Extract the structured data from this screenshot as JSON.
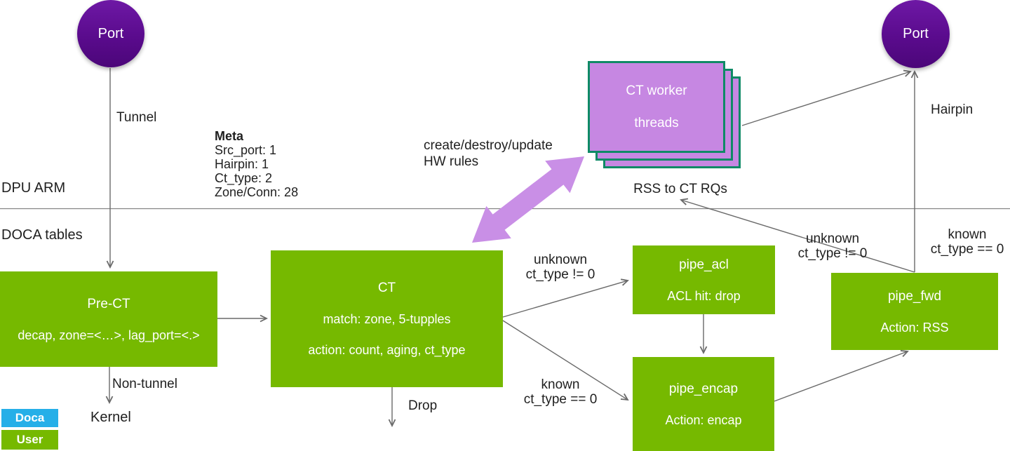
{
  "colors": {
    "node_green": "#76b900",
    "legend_cyan": "#25afe8",
    "worker_fill": "#c687e2",
    "worker_border": "#0f8a66",
    "port_purple": "#5a0b8d",
    "thick_arrow": "#c98fe6",
    "wire_gray": "#6a6a6a"
  },
  "ports": {
    "left": "Port",
    "right": "Port"
  },
  "zones": {
    "dpu_arm": "DPU ARM",
    "doca_tables": "DOCA tables"
  },
  "meta": {
    "title": "Meta",
    "rows": [
      "Src_port: 1",
      "Hairpin: 1",
      "Ct_type: 2",
      "Zone/Conn: 28"
    ]
  },
  "nodes": {
    "pre_ct": {
      "title": "Pre-CT",
      "subtitle": "decap, zone=<…>, lag_port=<.>"
    },
    "ct": {
      "title": "CT",
      "match": "match: zone, 5-tupples",
      "action": "action: count, aging, ct_type"
    },
    "pipe_acl": {
      "title": "pipe_acl",
      "subtitle": "ACL hit: drop"
    },
    "pipe_encap": {
      "title": "pipe_encap",
      "subtitle": "Action: encap"
    },
    "pipe_fwd": {
      "title": "pipe_fwd",
      "subtitle": "Action: RSS"
    },
    "ct_workers": {
      "line1": "CT worker",
      "line2": "threads"
    }
  },
  "edge_labels": {
    "tunnel": "Tunnel",
    "non_tunnel": "Non-tunnel",
    "kernel": "Kernel",
    "drop": "Drop",
    "hairpin": "Hairpin",
    "rss_to_ct_rqs": "RSS to CT RQs",
    "hw_rules_line1": "create/destroy/update",
    "hw_rules_line2": "HW rules",
    "unknown_ct_acl": {
      "line1": "unknown",
      "line2": "ct_type != 0"
    },
    "known_ct_encap": {
      "line1": "known",
      "line2": "ct_type == 0"
    },
    "unknown_fwd_rss": {
      "line1": "unknown",
      "line2": "ct_type != 0"
    },
    "known_fwd_hairpin": {
      "line1": "known",
      "line2": "ct_type == 0"
    }
  },
  "legend": {
    "doca": "Doca",
    "user": "User"
  }
}
